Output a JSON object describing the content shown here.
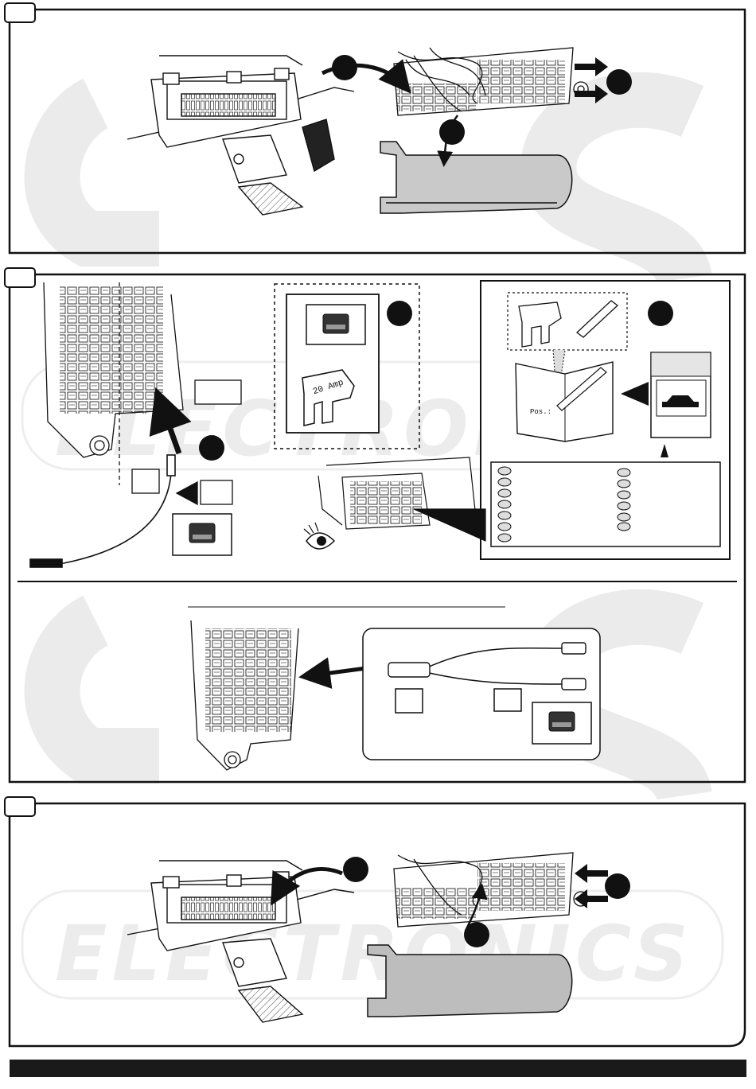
{
  "watermark": {
    "brand_text": "ELECTRONICS",
    "logo_letters": "ECS",
    "color": "#e6e6e6"
  },
  "colors": {
    "ink": "#111111",
    "panel_gray": "#bdbdbd",
    "marker_fill": "#111111",
    "pale_fill": "#d8d8d8",
    "footer_bar": "#1a1a1a"
  },
  "step1": {
    "step_tab": "",
    "markers": [
      "",
      "",
      ""
    ]
  },
  "step2": {
    "step_tab": "",
    "fuse_label": "20 Amp",
    "manual_label": "Pos.:",
    "markers": [
      "",
      "",
      ""
    ],
    "eye_icon": "eye-icon",
    "car_icon": "car-icon",
    "pen_icon": "pen-icon"
  },
  "step3": {
    "step_tab": "",
    "markers": [
      "",
      ""
    ]
  },
  "footer": {
    "bar_text": ""
  }
}
